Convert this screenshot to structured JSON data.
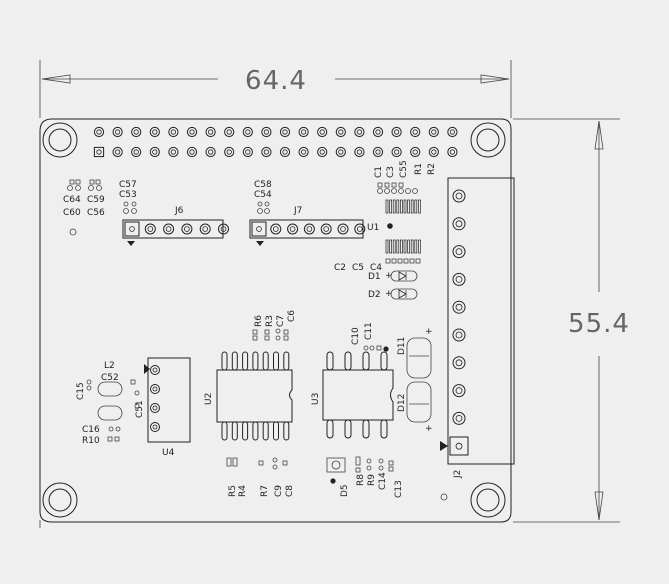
{
  "dimensions": {
    "width": "64.4",
    "height": "55.4"
  },
  "connectors": {
    "j6": "J6",
    "j7": "J7",
    "j2": "J2"
  },
  "ics": {
    "u1": "U1",
    "u2": "U2",
    "u3": "U3",
    "u4": "U4"
  },
  "diodes": {
    "d1": "D1",
    "d2": "D2",
    "d5": "D5",
    "d11": "D11",
    "d12": "D12"
  },
  "inductor": "L2",
  "caps": {
    "c1": "C1",
    "c2": "C2",
    "c3": "C3",
    "c4": "C4",
    "c5": "C5",
    "c6": "C6",
    "c7": "C7",
    "c8": "C8",
    "c9": "C9",
    "c10": "C10",
    "c11": "C11",
    "c13": "C13",
    "c14": "C14",
    "c15": "C15",
    "c16": "C16",
    "c51": "C51",
    "c52": "C52",
    "c53": "C53",
    "c54": "C54",
    "c55": "C55",
    "c56": "C56",
    "c57": "C57",
    "c58": "C58",
    "c59": "C59",
    "c60": "C60",
    "c64": "C64"
  },
  "resistors": {
    "r1": "R1",
    "r2": "R2",
    "r3": "R3",
    "r4": "R4",
    "r5": "R5",
    "r6": "R6",
    "r7": "R7",
    "r8": "R8",
    "r9": "R9",
    "r10": "R10"
  },
  "polarity": {
    "plus": "+"
  },
  "colors": {
    "background": "#efefef",
    "ink": "#222222",
    "dimension": "#666666"
  }
}
